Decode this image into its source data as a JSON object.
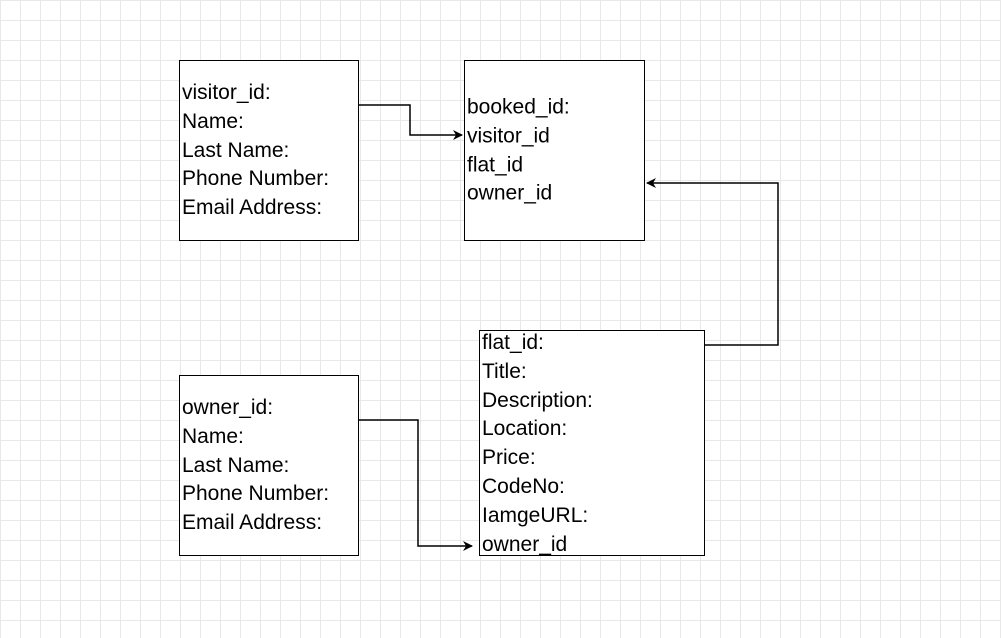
{
  "entities": {
    "visitor": {
      "fields": [
        "visitor_id:",
        "Name:",
        "Last Name:",
        "Phone Number:",
        "Email Address:"
      ]
    },
    "booking": {
      "fields": [
        "booked_id:",
        "visitor_id",
        "flat_id",
        "owner_id"
      ]
    },
    "owner": {
      "fields": [
        "owner_id:",
        "Name:",
        "Last Name:",
        "Phone Number:",
        "Email Address:"
      ]
    },
    "flat": {
      "fields": [
        "flat_id:",
        "Title:",
        "Description:",
        "Location:",
        "Price:",
        "CodeNo:",
        "IamgeURL:",
        "owner_id"
      ]
    }
  },
  "colors": {
    "grid": "#e8e8e8",
    "stroke": "#000000",
    "background": "#ffffff"
  }
}
